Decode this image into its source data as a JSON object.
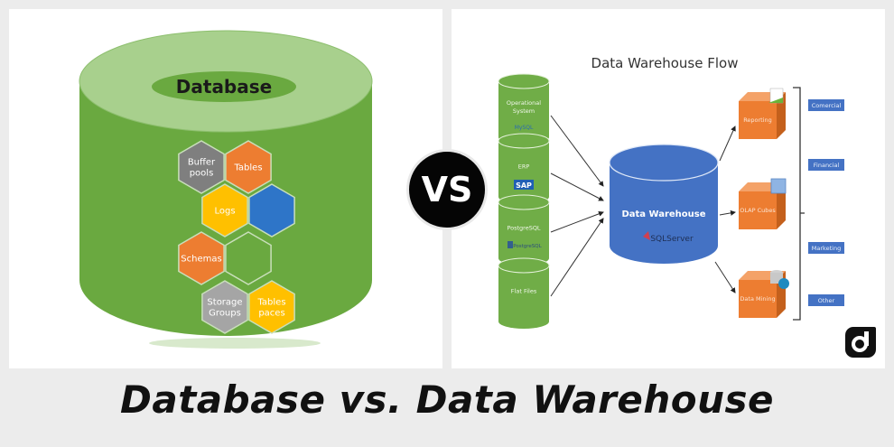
{
  "footer": {
    "title": "Database vs. Data Warehouse"
  },
  "vs_badge": {
    "label": "VS"
  },
  "database_diagram": {
    "title": "Database",
    "colors": {
      "cylinder_body": "#6aa940",
      "cylinder_top": "#a8d08d",
      "label_ellipse": "#6aa940"
    },
    "hexagons": [
      {
        "label_lines": [
          "Buffer",
          "pools"
        ],
        "color": "#7f7f7f"
      },
      {
        "label_lines": [
          "Tables"
        ],
        "color": "#ed7d31"
      },
      {
        "label_lines": [
          "Logs"
        ],
        "color": "#ffc000"
      },
      {
        "label_lines": [
          ""
        ],
        "color": "#2e75c8"
      },
      {
        "label_lines": [
          "Schemas"
        ],
        "color": "#ed7d31"
      },
      {
        "label_lines": [
          ""
        ],
        "color": "#6aa940"
      },
      {
        "label_lines": [
          "Storage",
          "Groups"
        ],
        "color": "#a5a5a5"
      },
      {
        "label_lines": [
          "Tables",
          "paces"
        ],
        "color": "#ffc000"
      }
    ]
  },
  "warehouse_diagram": {
    "title": "Data Warehouse Flow",
    "sources": [
      {
        "label_lines": [
          "Operational",
          "System"
        ],
        "logo": "MySQL"
      },
      {
        "label_lines": [
          "ERP"
        ],
        "logo": "SAP"
      },
      {
        "label_lines": [
          "PostgreSQL"
        ],
        "logo": "PostgreSQL"
      },
      {
        "label_lines": [
          "Flat Files"
        ],
        "logo": ""
      }
    ],
    "warehouse": {
      "label": "Data Warehouse",
      "logo": "SQLServer",
      "color": "#4472c4"
    },
    "outputs": [
      {
        "label": "Reporting",
        "icon": "chart-icon"
      },
      {
        "label": "OLAP Cubes",
        "icon": "cube-icon"
      },
      {
        "label": "Data Mining",
        "icon": "database-globe-icon"
      }
    ],
    "categories": [
      "Comercial",
      "Financial",
      "Marketing",
      "Other"
    ],
    "colors": {
      "source": "#70ad47",
      "output": "#ed7d31",
      "category": "#4472c4"
    }
  },
  "brand_logo": {
    "icon": "d-logo-icon"
  }
}
